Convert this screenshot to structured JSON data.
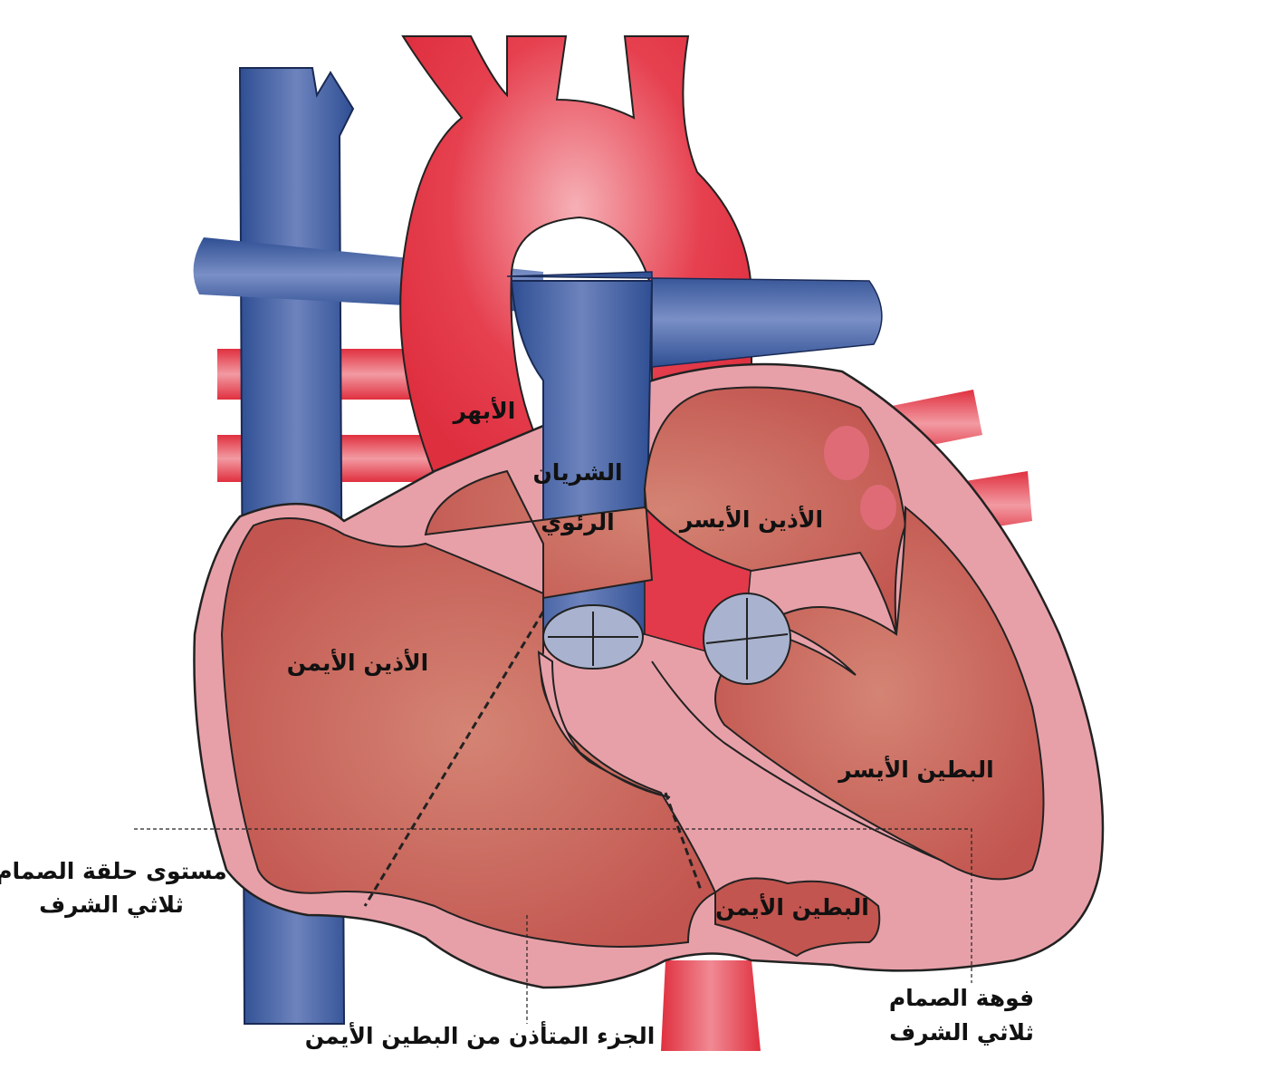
{
  "title": "Heart anatomy diagram",
  "labels": {
    "aorta": "الأبهر",
    "pulmonary_artery_1": "الشريان",
    "pulmonary_artery_2": "الرئوي",
    "left_atrium": "الأذين الأيسر",
    "right_atrium": "الأذين الأيمن",
    "left_ventricle": "البطين الأيسر",
    "right_ventricle": "البطين الأيمن",
    "annulus_level_1": "مستوى حلقة الصمام",
    "annulus_level_2": "ثلاثي الشرف",
    "atrialized_rv": "الجزء المتأذن من البطين الأيمن",
    "valve_orifice_1": "فوهة الصمام",
    "valve_orifice_2": "ثلاثي الشرف"
  },
  "colors": {
    "vein_blue": "#3c5a9a",
    "artery_red": "#e23a4a",
    "myocardium_pink": "#e8a0a8",
    "chamber": "#c8625e",
    "valve": "#a9b3cf"
  }
}
